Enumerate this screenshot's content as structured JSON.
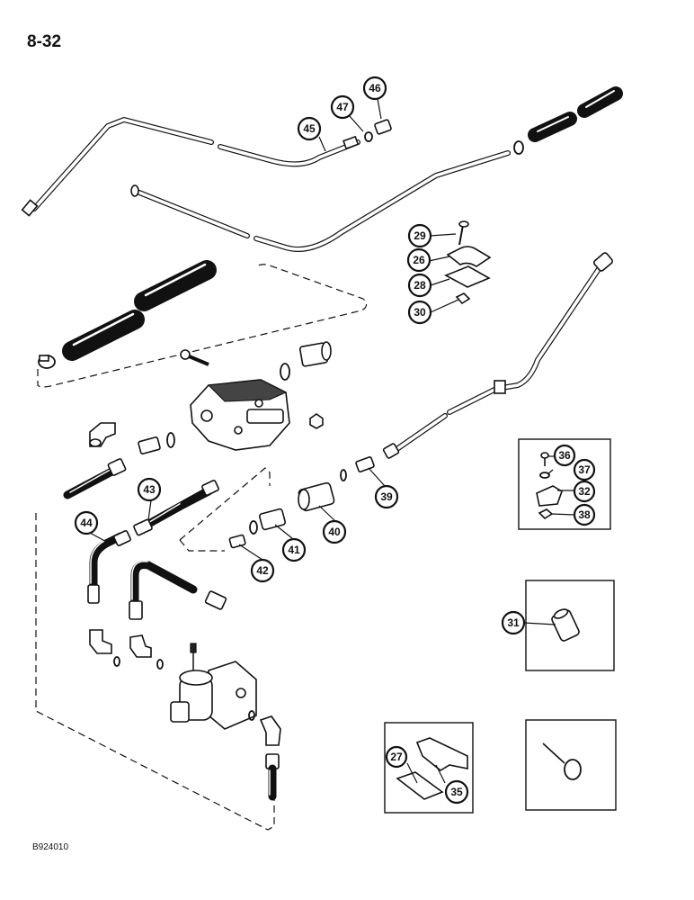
{
  "page_number": "8-32",
  "figure_code": "B924010",
  "callouts": {
    "c26": "26",
    "c27": "27",
    "c28": "28",
    "c29": "29",
    "c30": "30",
    "c31": "31",
    "c32": "32",
    "c35": "35",
    "c36": "36",
    "c37": "37",
    "c38": "38",
    "c39": "39",
    "c40": "40",
    "c41": "41",
    "c42": "42",
    "c43": "43",
    "c44": "44",
    "c45": "45",
    "c46": "46",
    "c47": "47"
  }
}
